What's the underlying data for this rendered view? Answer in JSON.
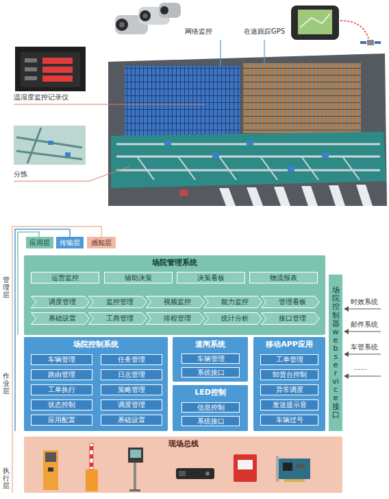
{
  "diagram": {
    "nodes": [
      {
        "text": [
          "应用层"
        ]
      },
      {
        "text": [
          "传输层"
        ]
      },
      {
        "text": [
          "感知层"
        ]
      },
      {
        "text": [
          "场院管理系统"
        ]
      },
      {
        "text": [
          "运营监控"
        ],
        "in": 3
      },
      {
        "text": [
          "辅助决策"
        ],
        "in": 3
      },
      {
        "text": [
          "决策看板"
        ],
        "in": 3
      },
      {
        "text": [
          "物流报表"
        ],
        "in": 3
      },
      {
        "text": [
          "调度管理"
        ],
        "in": 3
      },
      {
        "text": [
          "监控管理"
        ],
        "in": 3
      },
      {
        "text": [
          "视频监控"
        ],
        "in": 3
      },
      {
        "text": [
          "能力监控"
        ],
        "in": 3
      },
      {
        "text": [
          "管理看板"
        ],
        "in": 3
      },
      {
        "text": [
          "基础设置"
        ],
        "in": 3
      },
      {
        "text": [
          "工商管理"
        ],
        "in": 3
      },
      {
        "text": [
          "排程管理"
        ],
        "in": 3
      },
      {
        "text": [
          "统计分析"
        ],
        "in": 3
      },
      {
        "text": [
          "接口管理"
        ],
        "in": 3
      },
      {
        "text": [
          "场院控制器webservice接口"
        ]
      },
      {
        "text": [
          "场院控制系统"
        ]
      },
      {
        "text": [
          "车辆管理"
        ],
        "in": 19
      },
      {
        "text": [
          "任务管理"
        ],
        "in": 19
      },
      {
        "text": [
          "路由管理"
        ],
        "in": 19
      },
      {
        "text": [
          "日志管理"
        ],
        "in": 19
      },
      {
        "text": [
          "工单执行"
        ],
        "in": 19
      },
      {
        "text": [
          "策略管理"
        ],
        "in": 19
      },
      {
        "text": [
          "状态控制"
        ],
        "in": 19
      },
      {
        "text": [
          "调度管理"
        ],
        "in": 19
      },
      {
        "text": [
          "应用配置"
        ],
        "in": 19
      },
      {
        "text": [
          "基础设置"
        ],
        "in": 19
      },
      {
        "text": [
          "道闸系统"
        ]
      },
      {
        "text": [
          "车辆管理"
        ],
        "in": 30
      },
      {
        "text": [
          "系统接口"
        ],
        "in": 30
      },
      {
        "text": [
          "LED控制"
        ]
      },
      {
        "text": [
          "信息控制"
        ],
        "in": 33
      },
      {
        "text": [
          "系统接口"
        ],
        "in": 33
      },
      {
        "text": [
          "移动APP应用"
        ]
      },
      {
        "text": [
          "工单管理"
        ],
        "in": 36
      },
      {
        "text": [
          "卸货台控制"
        ],
        "in": 36
      },
      {
        "text": [
          "异常调度"
        ],
        "in": 36
      },
      {
        "text": [
          "发送提示音"
        ],
        "in": 36
      },
      {
        "text": [
          "车辆过号"
        ],
        "in": 36
      },
      {
        "text": [
          "现场总线"
        ]
      }
    ],
    "labels": [
      "网络监控",
      "在途跟踪GPS",
      "温湿度监控记录仪",
      "分拣",
      "管理层",
      "作业层",
      "执行层",
      "时效系统",
      "邮件系统",
      "车管系统",
      "……"
    ]
  }
}
